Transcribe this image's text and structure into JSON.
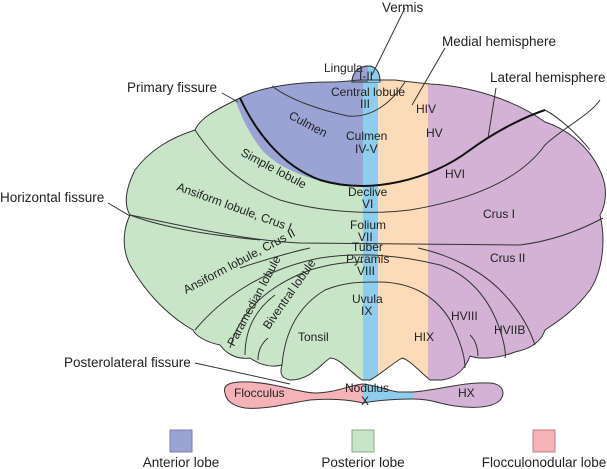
{
  "title": "Cerebellum lobes and lobules",
  "colors": {
    "anterior": "#9aa3d4",
    "posterior": "#c8e5c8",
    "flocculonodular": "#f5b3b8",
    "vermis": "#8ecdec",
    "medial_hemisphere": "#fddbb8",
    "lateral_hemisphere": "#d3b2d6"
  },
  "callouts": {
    "vermis": "Vermis",
    "medial_hemisphere": "Medial hemisphere",
    "lateral_hemisphere": "Lateral hemisphere",
    "primary_fissure": "Primary fissure",
    "horizontal_fissure": "Horizontal fissure",
    "posterolateral_fissure": "Posterolateral fissure"
  },
  "regions": {
    "lingula": "Lingula",
    "lingula_num": "I-II",
    "central_lobule": "Central lobule",
    "central_num": "III",
    "culmen_left": "Culmen",
    "culmen": "Culmen",
    "culmen_num": "IV-V",
    "simple_lobule": "Simple lobule",
    "declive": "Declive",
    "declive_num": "VI",
    "ansiform_crus1": "Ansiform lobule, Crus I",
    "folium": "Folium",
    "folium_num": "VII",
    "tuber": "Tuber",
    "pyramis": "Pyramis",
    "pyramis_num": "VIII",
    "ansiform_crus2": "Ansiform lobule, Crus II",
    "paramedian": "Paramedian lobule",
    "biventral": "Biventral lobule",
    "uvula": "Uvula",
    "uvula_num": "IX",
    "tonsil": "Tonsil",
    "hiv": "HIV",
    "hv": "HV",
    "hvi": "HVI",
    "crus1": "Crus I",
    "crus2": "Crus II",
    "hviii": "HVIII",
    "hviib": "HVIIB",
    "hix": "HIX",
    "flocculus": "Flocculus",
    "nodulus": "Nodulus",
    "nodulus_num": "X",
    "hx": "HX"
  },
  "legend": [
    {
      "label": "Anterior lobe",
      "color": "#9aa3d4"
    },
    {
      "label": "Posterior lobe",
      "color": "#c8e5c8"
    },
    {
      "label": "Flocculonodular lobe",
      "color": "#f5b3b8"
    }
  ]
}
